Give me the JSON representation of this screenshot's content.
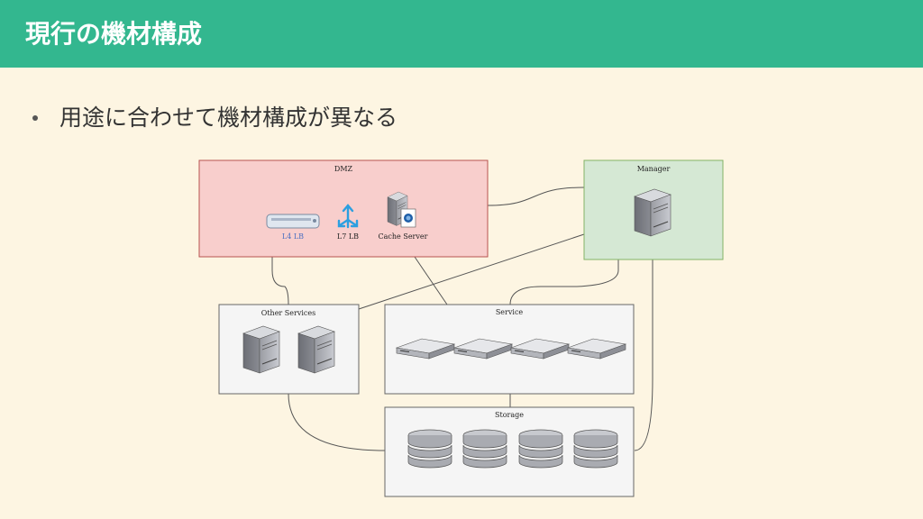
{
  "header": {
    "title": "現行の機材構成"
  },
  "bullets": [
    "用途に合わせて機材構成が異なる"
  ],
  "colors": {
    "header_bg": "#33b78f",
    "page_bg": "#fdf5e2",
    "dmz_fill": "#f8cecc",
    "dmz_stroke": "#b85450",
    "manager_fill": "#d5e8d4",
    "manager_stroke": "#82b366",
    "group_fill": "#f5f5f5",
    "group_stroke": "#666666"
  },
  "diagram": {
    "groups": {
      "dmz": "DMZ",
      "manager": "Manager",
      "other_services": "Other Services",
      "service": "Service",
      "storage": "Storage"
    },
    "nodes": {
      "l4lb": "L4 LB",
      "l7lb": "L7 LB",
      "cache": "Cache Server"
    },
    "other_services_server_count": 2,
    "service_rack_count": 4,
    "storage_db_count": 4
  }
}
